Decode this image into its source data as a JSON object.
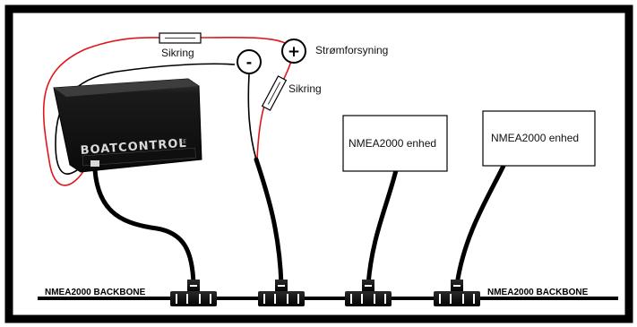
{
  "labels": {
    "fuse_top": "Sikring",
    "fuse_right": "Sikring",
    "power_supply": "Strømforsyning",
    "plus": "+",
    "minus": "-",
    "device_1": "NMEA2000 enhed",
    "device_2": "NMEA2000 enhed",
    "backbone_left": "NMEA2000 BACKBONE",
    "backbone_right": "NMEA2000 BACKBONE",
    "brand": "BOATCONTROL",
    "ce_mark": "CE"
  },
  "colors": {
    "frame": "#000000",
    "wire_positive": "#e0161b",
    "wire_negative": "#000000",
    "device_body": "#141414"
  },
  "icons": {
    "plus_terminal": "plus-terminal-icon",
    "minus_terminal": "minus-terminal-icon",
    "fuse": "fuse-icon",
    "t_connector": "t-connector-icon"
  }
}
